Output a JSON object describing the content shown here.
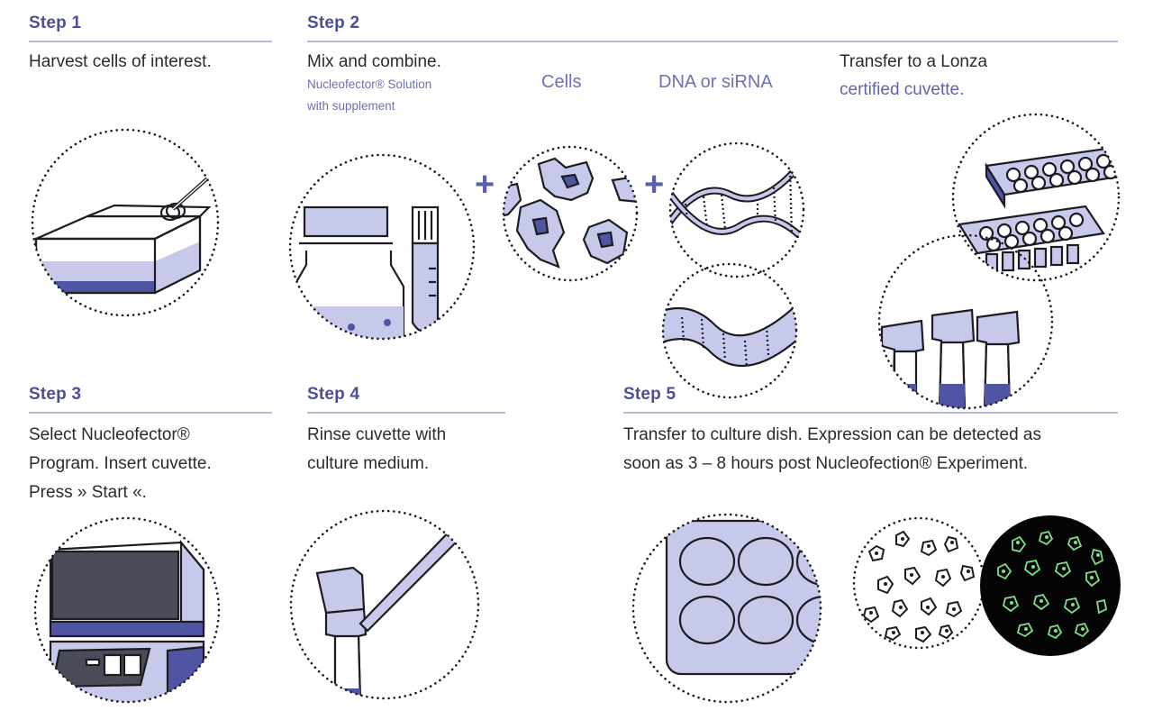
{
  "colors": {
    "accent": "#4b4f96",
    "rule": "#b9bbdc",
    "fill": "#c7c9ea",
    "solution": "#b7badf",
    "deep": "#4f54a3",
    "glow": "#7ee08a"
  },
  "step1": {
    "title": "Step 1",
    "text": "Harvest cells of interest."
  },
  "step2": {
    "title": "Step 2",
    "text": "Mix and combine.",
    "solution_line1": "Nucleofector® Solution",
    "solution_line2": "with supplement",
    "cells_label": "Cells",
    "dna_label": "DNA or siRNA",
    "plus1": "+",
    "plus2": "+",
    "transfer_line1": "Transfer to a Lonza",
    "transfer_line2": "certified cuvette."
  },
  "step3": {
    "title": "Step 3",
    "line1": "Select Nucleofector®",
    "line2": "Program. Insert cuvette.",
    "line3": "Press » Start «."
  },
  "step4": {
    "title": "Step 4",
    "line1": "Rinse cuvette with",
    "line2": "culture medium."
  },
  "step5": {
    "title": "Step 5",
    "line1": "Transfer to culture dish. Expression can be detected as",
    "line2": "soon as 3 – 8 hours post Nucleofection® Experiment."
  },
  "icons": [
    "culture-flask-icon",
    "solution-bottle-icon",
    "cells-icon",
    "dna-helix-icon",
    "sirna-strand-icon",
    "cuvette-plate-icon",
    "cuvettes-icon",
    "nucleofector-device-icon",
    "pipette-cuvette-icon",
    "culture-dish-icon",
    "cells-transfected-icon",
    "fluorescent-cells-icon"
  ]
}
